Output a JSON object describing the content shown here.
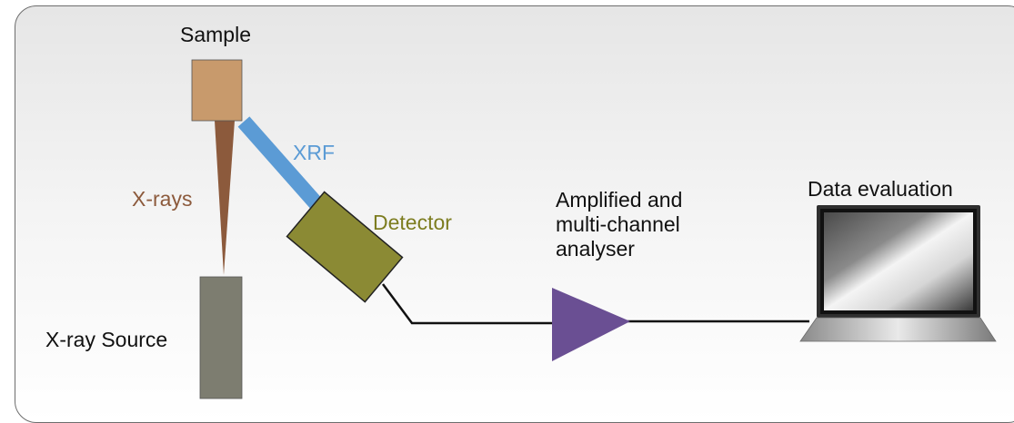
{
  "labels": {
    "sample": "Sample",
    "xrf": "XRF",
    "xrays": "X-rays",
    "detector": "Detector",
    "amplifier": [
      "Amplified and",
      "multi-channel",
      "analyser"
    ],
    "data_evaluation": "Data evaluation",
    "xray_source": "X-ray Source"
  },
  "colors": {
    "sample": "#c89a6c",
    "xray_beam": "#8c5a3c",
    "xrf_beam": "#5b9bd5",
    "detector": "#8b8a34",
    "source": "#7d7d70",
    "amplifier": "#6a4f93",
    "cable": "#111111",
    "frame": "#6d6d6d"
  },
  "icons": {
    "data_evaluation": "laptop-icon",
    "amplifier": "amplifier-triangle-icon"
  }
}
